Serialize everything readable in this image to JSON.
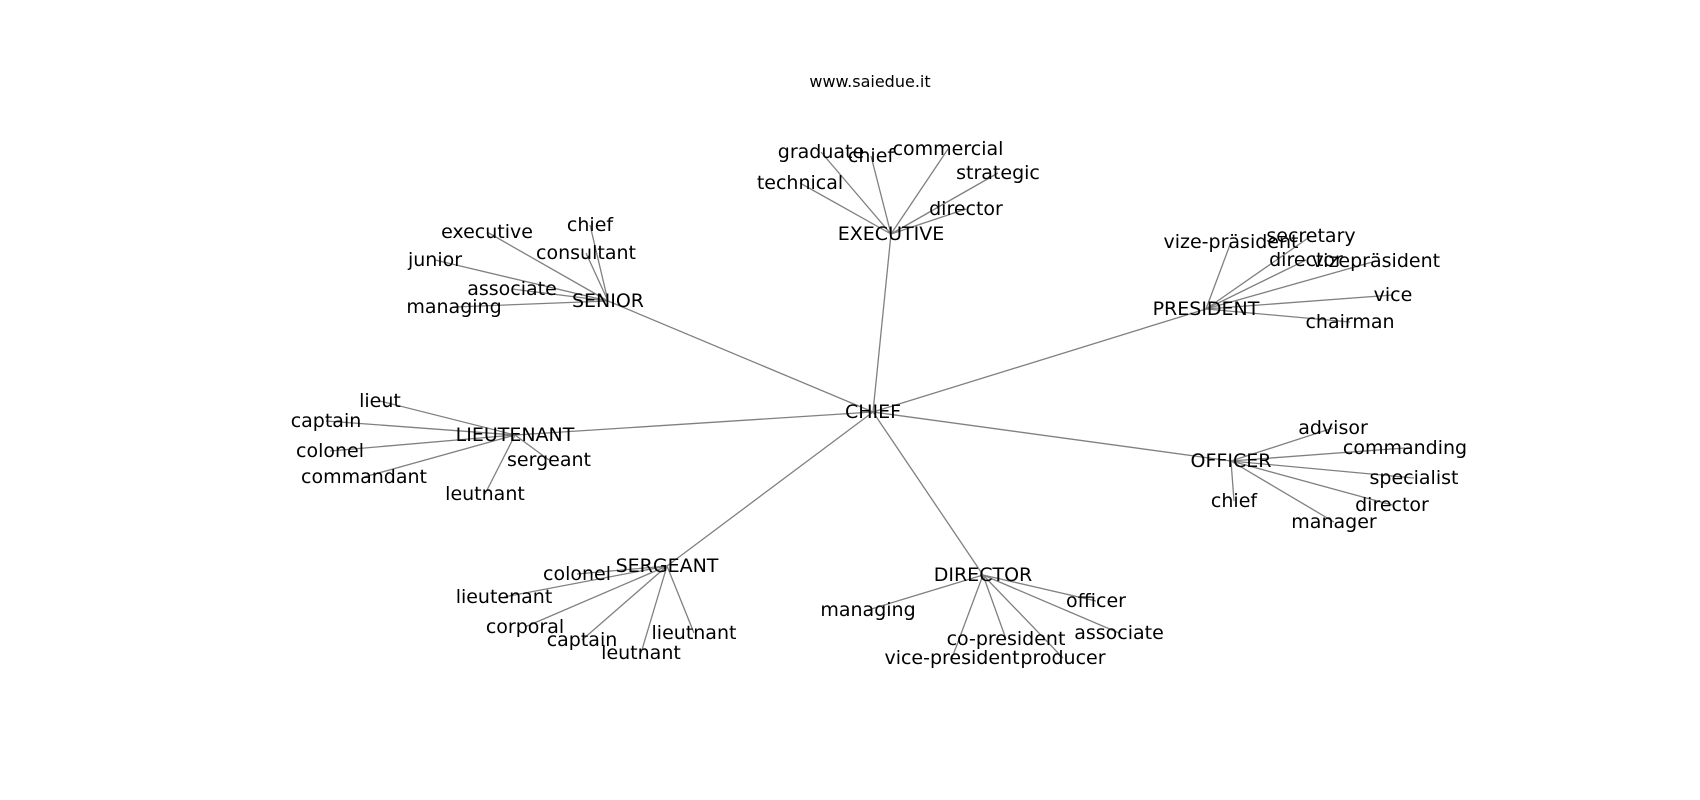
{
  "header": {
    "source": "www.saiedue.it"
  },
  "colors": {
    "edge": "#808080",
    "text": "#000000",
    "background": "#ffffff"
  },
  "root": "CHIEF",
  "clusters": [
    {
      "label": "EXECUTIVE",
      "children": [
        "graduate",
        "chief",
        "commercial",
        "technical",
        "strategic",
        "director"
      ]
    },
    {
      "label": "SENIOR",
      "children": [
        "executive",
        "chief",
        "consultant",
        "junior",
        "associate",
        "managing"
      ]
    },
    {
      "label": "PRESIDENT",
      "children": [
        "vize-präsident",
        "secretary",
        "director",
        "vizepräsident",
        "vice",
        "chairman"
      ]
    },
    {
      "label": "LIEUTENANT",
      "children": [
        "lieut",
        "captain",
        "colonel",
        "commandant",
        "sergeant",
        "leutnant"
      ]
    },
    {
      "label": "OFFICER",
      "children": [
        "advisor",
        "commanding",
        "specialist",
        "chief",
        "director",
        "manager"
      ]
    },
    {
      "label": "SERGEANT",
      "children": [
        "colonel",
        "lieutenant",
        "corporal",
        "captain",
        "lieutnant",
        "leutnant"
      ]
    },
    {
      "label": "DIRECTOR",
      "children": [
        "managing",
        "officer",
        "co-president",
        "associate",
        "vice-president",
        "producer"
      ]
    }
  ]
}
